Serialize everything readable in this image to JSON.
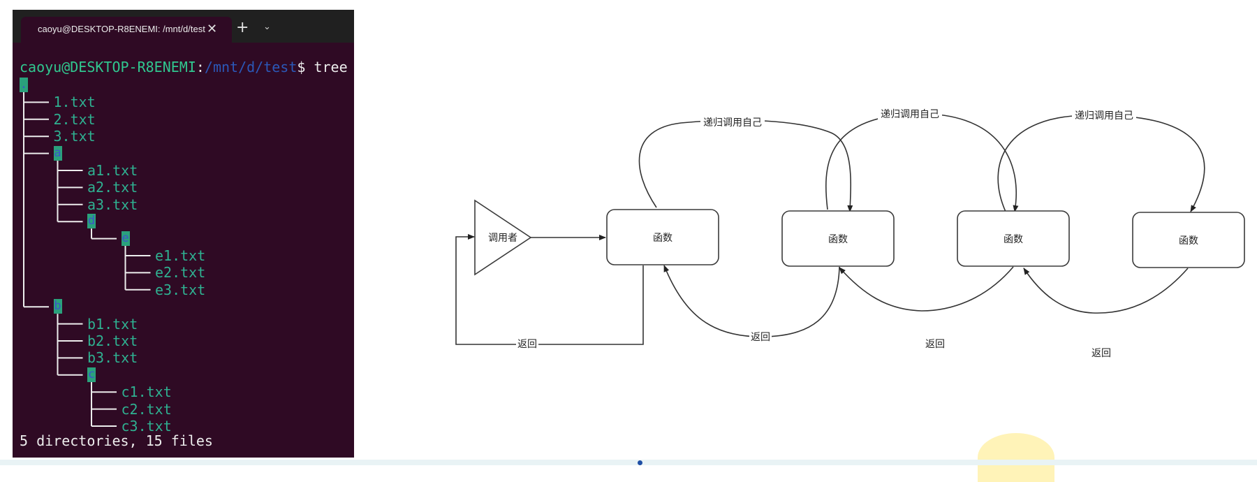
{
  "terminal": {
    "tab_title": "caoyu@DESKTOP-R8ENEMI: /mnt/d/test",
    "close_icon": "✕",
    "new_tab_icon": "+",
    "dropdown_icon": "⌄",
    "prompt_user": "caoyu@DESKTOP-R8ENEMI",
    "prompt_sep": ":",
    "prompt_path": "/mnt/d/test",
    "prompt_dollar": "$",
    "command": "tree",
    "tree_root": ".",
    "tree": [
      {
        "name": "1.txt",
        "type": "file"
      },
      {
        "name": "2.txt",
        "type": "file"
      },
      {
        "name": "3.txt",
        "type": "file"
      },
      {
        "name": "a",
        "type": "dir",
        "children": [
          {
            "name": "a1.txt",
            "type": "file"
          },
          {
            "name": "a2.txt",
            "type": "file"
          },
          {
            "name": "a3.txt",
            "type": "file"
          },
          {
            "name": "d",
            "type": "dir",
            "children": [
              {
                "name": "e",
                "type": "dir",
                "children": [
                  {
                    "name": "e1.txt",
                    "type": "file"
                  },
                  {
                    "name": "e2.txt",
                    "type": "file"
                  },
                  {
                    "name": "e3.txt",
                    "type": "file"
                  }
                ]
              }
            ]
          }
        ]
      },
      {
        "name": "b",
        "type": "dir",
        "children": [
          {
            "name": "b1.txt",
            "type": "file"
          },
          {
            "name": "b2.txt",
            "type": "file"
          },
          {
            "name": "b3.txt",
            "type": "file"
          },
          {
            "name": "c",
            "type": "dir",
            "children": [
              {
                "name": "c1.txt",
                "type": "file"
              },
              {
                "name": "c2.txt",
                "type": "file"
              },
              {
                "name": "c3.txt",
                "type": "file"
              }
            ]
          }
        ]
      }
    ],
    "summary": "5 directories, 15 files",
    "colors": {
      "background": "#2f0a24",
      "user": "#30c78f",
      "path": "#2b58b8",
      "file": "#2fb191",
      "dir_highlight": "#2aa17c"
    }
  },
  "diagram": {
    "caller_label": "调用者",
    "function_labels": [
      "函数",
      "函数",
      "函数",
      "函数"
    ],
    "recursive_call_labels": [
      "递归调用自己",
      "递归调用自己",
      "递归调用自己"
    ],
    "return_labels": [
      "返回",
      "返回",
      "返回",
      "返回"
    ]
  }
}
